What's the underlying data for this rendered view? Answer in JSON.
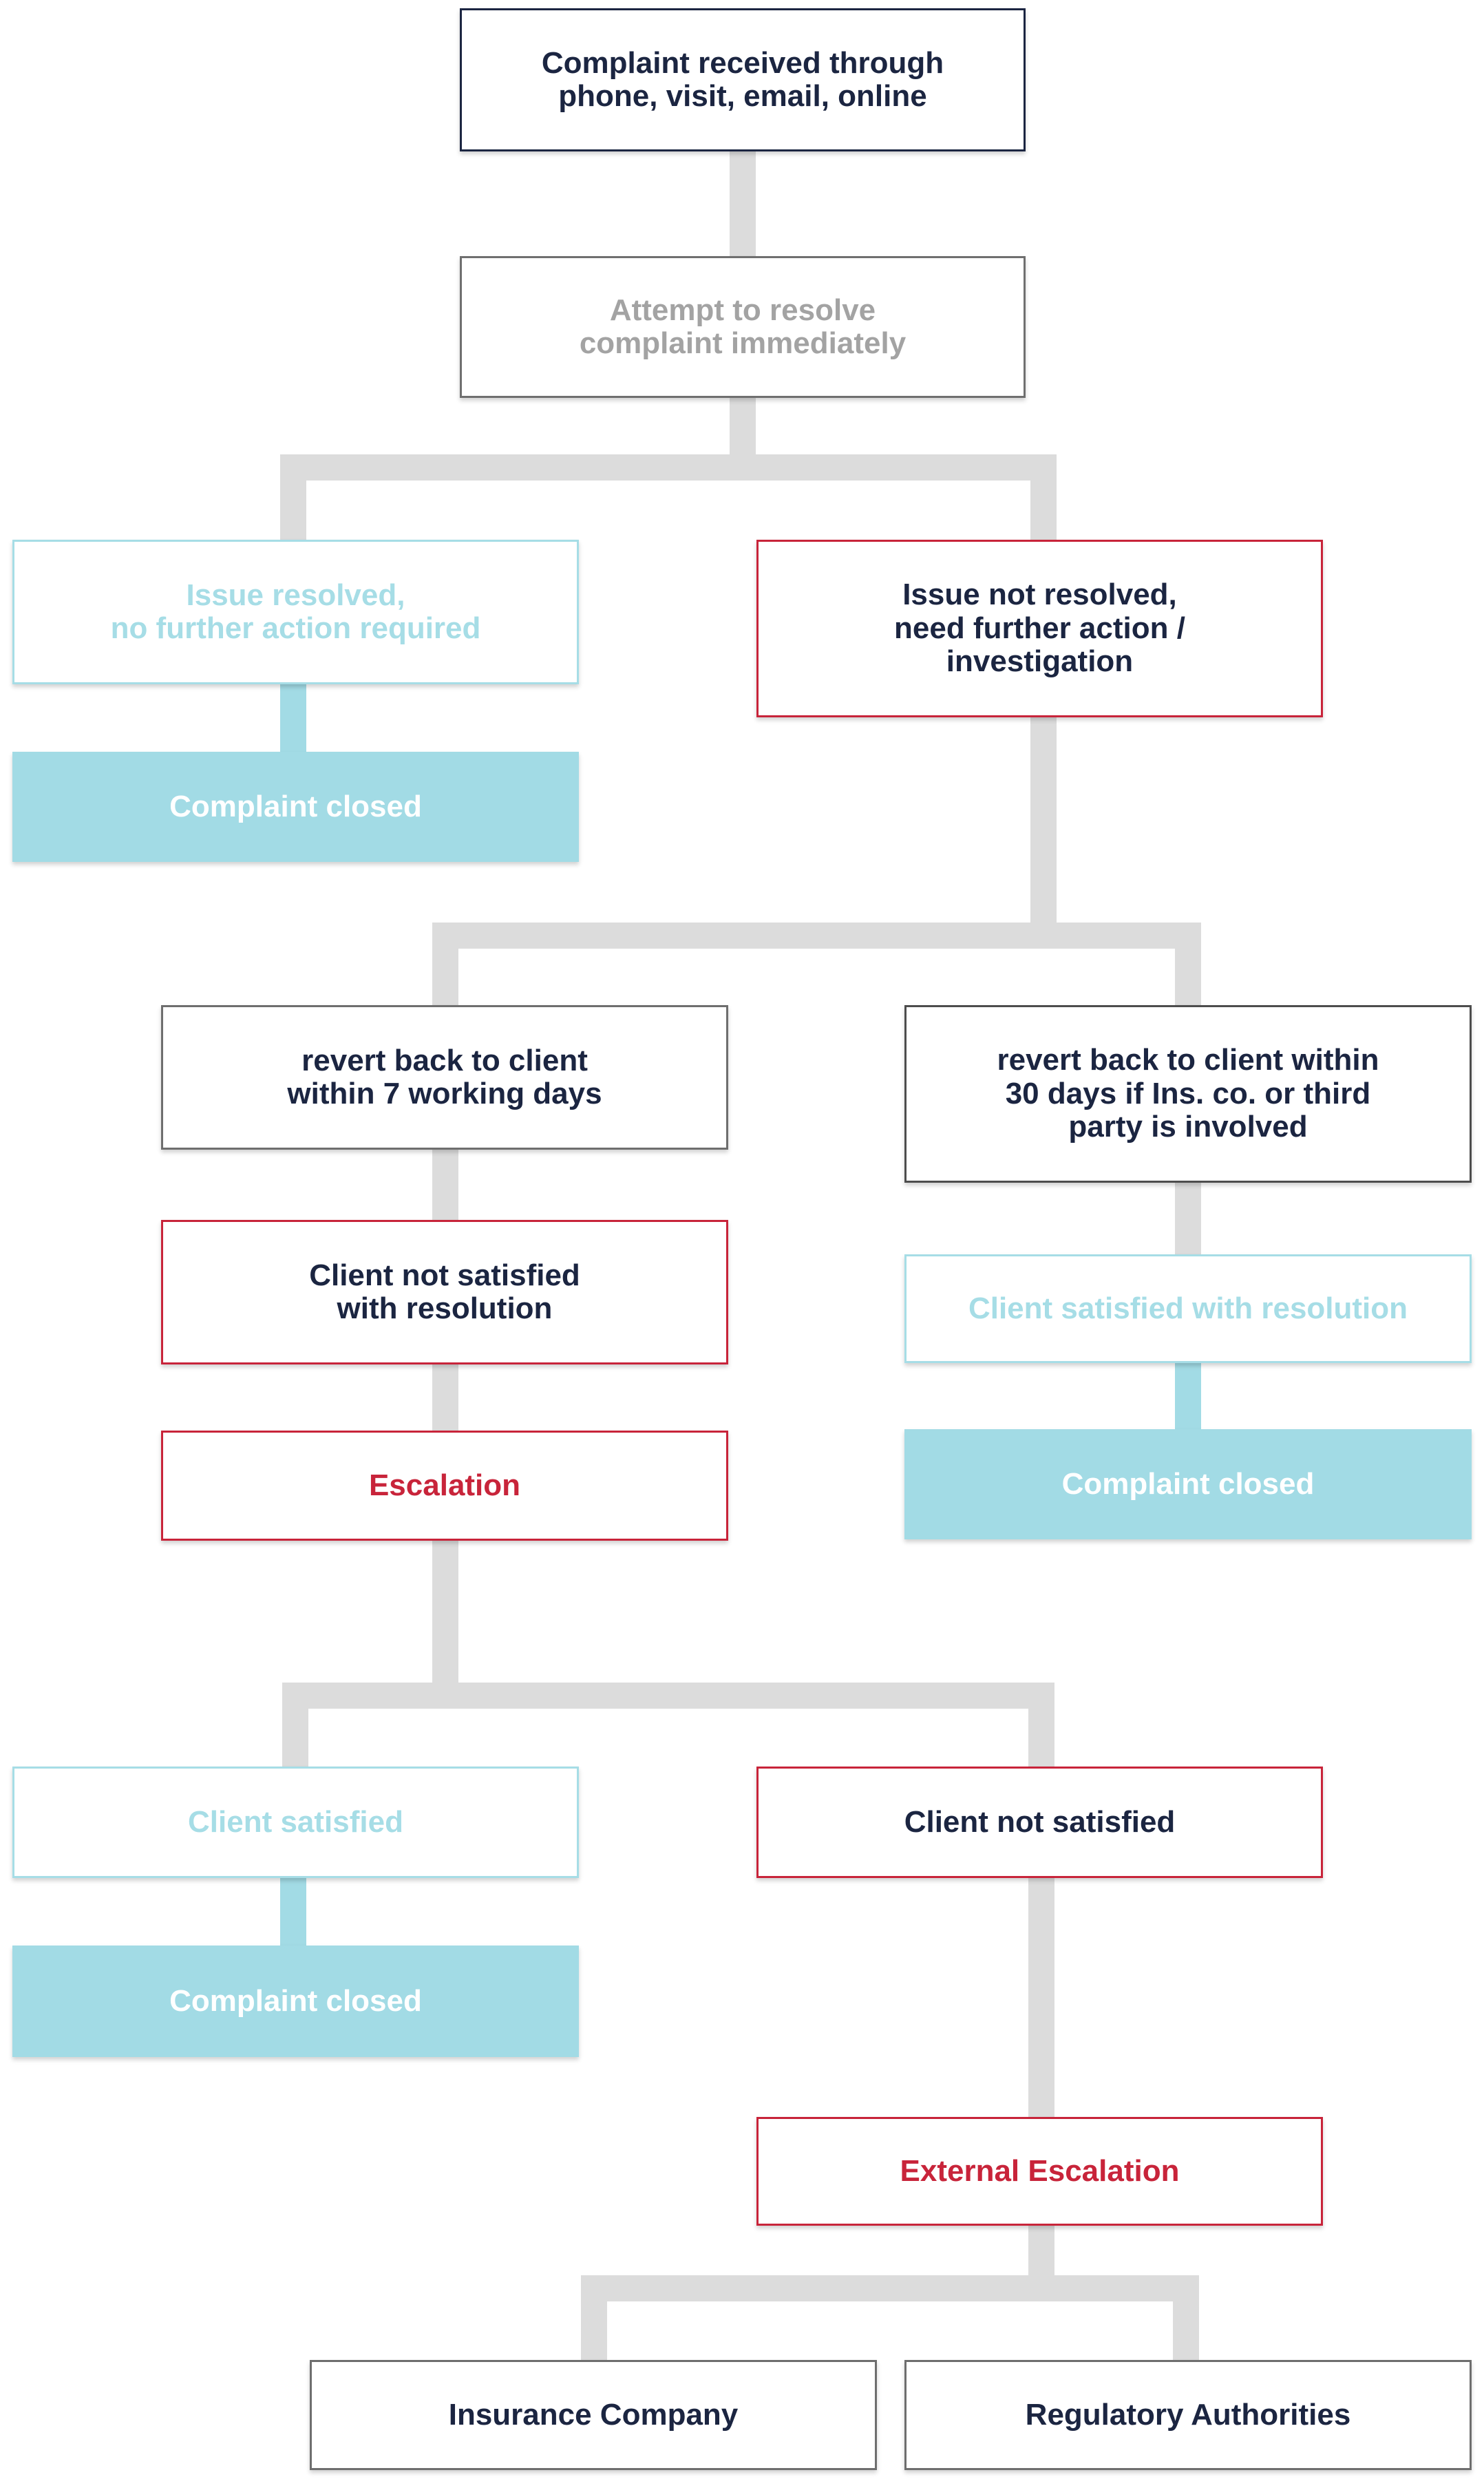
{
  "nodes": {
    "received": "Complaint received through\nphone, visit, email, online",
    "attempt": "Attempt to resolve\ncomplaint immediately",
    "resolved": "Issue resolved,\nno further action required",
    "closed_1": "Complaint closed",
    "not_resolved": "Issue not resolved,\nneed further action /\ninvestigation",
    "revert_7": "revert back to client\nwithin 7 working days",
    "revert_30": "revert back to client within\n30 days if Ins. co. or third\nparty is involved",
    "not_satisfied_resolution": "Client not satisfied\nwith resolution",
    "satisfied_resolution": "Client satisfied with resolution",
    "escalation": "Escalation",
    "closed_2": "Complaint closed",
    "client_satisfied": "Client satisfied",
    "client_not_satisfied": "Client not satisfied",
    "closed_3": "Complaint closed",
    "external_escalation": "External Escalation",
    "insurance_company": "Insurance Company",
    "regulatory_authorities": "Regulatory Authorities"
  },
  "colors": {
    "navy": "#1b2541",
    "red": "#c8243a",
    "teal": "#a2dbe5",
    "connector": "#dcdcdc",
    "muted_text": "#a3a3a3"
  }
}
